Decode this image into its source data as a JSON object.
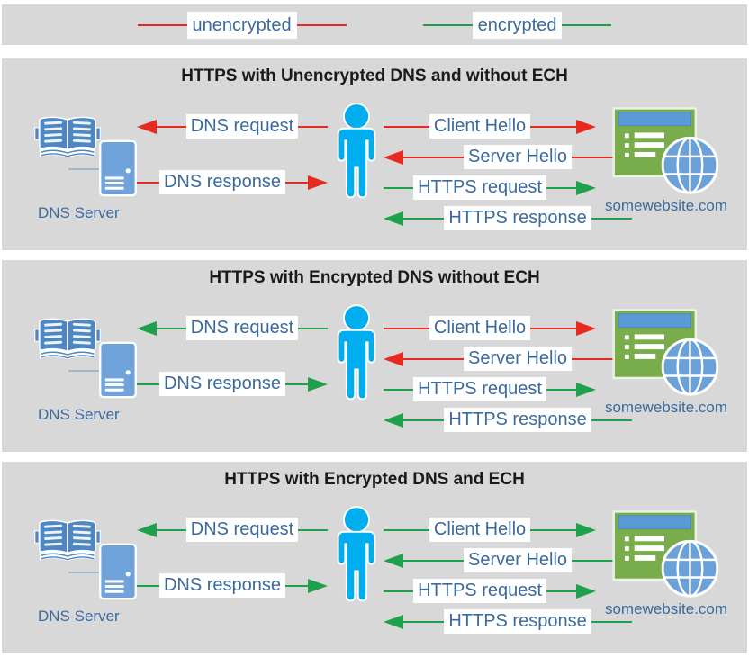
{
  "colors": {
    "unencrypted": "#e8291f",
    "encrypted": "#1fa14b",
    "panel_bg": "#d8d8d8",
    "label_text": "#3b6a9d",
    "title_text": "#1a1a1a",
    "person": "#00aeef",
    "book": "#4e86c6",
    "server": "#6fa3da",
    "website_green": "#79ac4a",
    "website_titlebar": "#5b9bd5",
    "globe": "#6aa1d8"
  },
  "icons": {
    "dns_records": "open-book-icon",
    "dns_server": "server-tower-icon",
    "client": "person-icon",
    "website": "browser-window-icon",
    "globe": "globe-icon",
    "arrowhead": "triangle-arrowhead"
  },
  "legend": {
    "items": [
      {
        "label": "unencrypted",
        "status": "unencrypted"
      },
      {
        "label": "encrypted",
        "status": "encrypted"
      }
    ]
  },
  "panels": [
    {
      "title": "HTTPS with Unencrypted DNS and without ECH",
      "dns_server_label": "DNS Server",
      "website_label": "somewebsite.com",
      "dns_arrows": [
        {
          "label": "DNS request",
          "dir": "left",
          "status": "unencrypted"
        },
        {
          "label": "DNS response",
          "dir": "right",
          "status": "unencrypted"
        }
      ],
      "https_arrows": [
        {
          "label": "Client Hello",
          "dir": "right",
          "status": "unencrypted"
        },
        {
          "label": "Server Hello",
          "dir": "left",
          "status": "unencrypted"
        },
        {
          "label": "HTTPS request",
          "dir": "right",
          "status": "encrypted"
        },
        {
          "label": "HTTPS response",
          "dir": "left",
          "status": "encrypted"
        }
      ]
    },
    {
      "title": "HTTPS with Encrypted DNS without ECH",
      "dns_server_label": "DNS Server",
      "website_label": "somewebsite.com",
      "dns_arrows": [
        {
          "label": "DNS request",
          "dir": "left",
          "status": "encrypted"
        },
        {
          "label": "DNS response",
          "dir": "right",
          "status": "encrypted"
        }
      ],
      "https_arrows": [
        {
          "label": "Client Hello",
          "dir": "right",
          "status": "unencrypted"
        },
        {
          "label": "Server Hello",
          "dir": "left",
          "status": "unencrypted"
        },
        {
          "label": "HTTPS request",
          "dir": "right",
          "status": "encrypted"
        },
        {
          "label": "HTTPS response",
          "dir": "left",
          "status": "encrypted"
        }
      ]
    },
    {
      "title": "HTTPS with Encrypted DNS and ECH",
      "dns_server_label": "DNS Server",
      "website_label": "somewebsite.com",
      "dns_arrows": [
        {
          "label": "DNS request",
          "dir": "left",
          "status": "encrypted"
        },
        {
          "label": "DNS response",
          "dir": "right",
          "status": "encrypted"
        }
      ],
      "https_arrows": [
        {
          "label": "Client Hello",
          "dir": "right",
          "status": "encrypted"
        },
        {
          "label": "Server Hello",
          "dir": "left",
          "status": "encrypted"
        },
        {
          "label": "HTTPS request",
          "dir": "right",
          "status": "encrypted"
        },
        {
          "label": "HTTPS response",
          "dir": "left",
          "status": "encrypted"
        }
      ]
    }
  ]
}
